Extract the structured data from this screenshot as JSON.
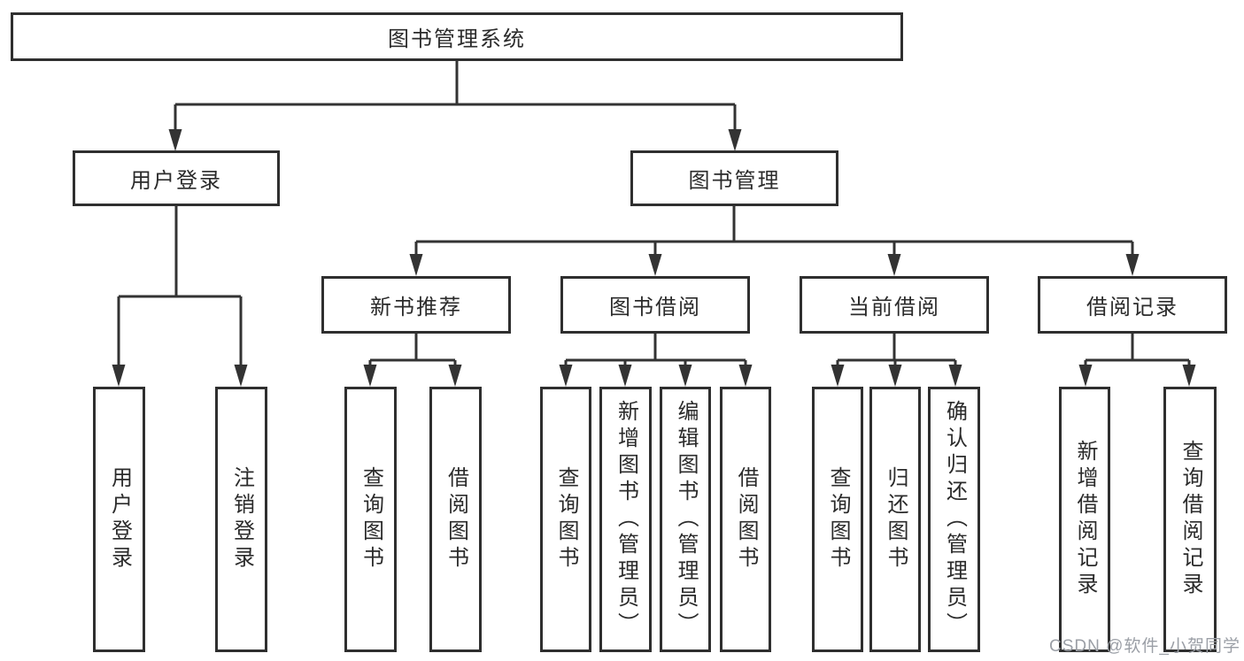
{
  "tree": {
    "label": "图书管理系统",
    "children": [
      {
        "label": "用户登录",
        "children": [
          {
            "label": "用户登录"
          },
          {
            "label": "注销登录"
          }
        ]
      },
      {
        "label": "图书管理",
        "children": [
          {
            "label": "新书推荐",
            "children": [
              {
                "label": "查询图书"
              },
              {
                "label": "借阅图书"
              }
            ]
          },
          {
            "label": "图书借阅",
            "children": [
              {
                "label": "查询图书"
              },
              {
                "label": "新增图书（管理员）"
              },
              {
                "label": "编辑图书（管理员）"
              },
              {
                "label": "借阅图书"
              }
            ]
          },
          {
            "label": "当前借阅",
            "children": [
              {
                "label": "查询图书"
              },
              {
                "label": "归还图书"
              },
              {
                "label": "确认归还（管理员）"
              }
            ]
          },
          {
            "label": "借阅记录",
            "children": [
              {
                "label": "新增借阅记录"
              },
              {
                "label": "查询借阅记录"
              }
            ]
          }
        ]
      }
    ]
  },
  "watermark": {
    "text": "CSDN @软件_小贺同学"
  },
  "colors": {
    "line": "#333333",
    "border": "#2f2f2f",
    "text": "#2b2b2b",
    "watermark": "#9b9fa6",
    "background": "#ffffff"
  }
}
